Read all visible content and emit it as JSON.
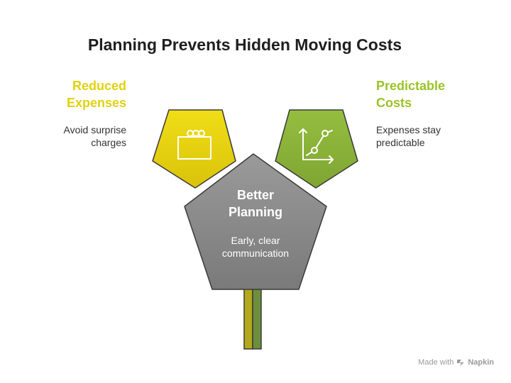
{
  "title": "Planning Prevents Hidden Moving Costs",
  "left": {
    "heading": "Reduced\nExpenses",
    "description": "Avoid surprise\ncharges",
    "color": "#e8d40c",
    "icon": "gift-box-icon"
  },
  "right": {
    "heading": "Predictable\nCosts",
    "description": "Expenses stay\npredictable",
    "color": "#8cb33a",
    "icon": "line-graph-icon"
  },
  "center": {
    "heading": "Better\nPlanning",
    "description": "Early, clear\ncommunication",
    "color": "#8a8a8a"
  },
  "footer": {
    "prefix": "Made with",
    "brand": "Napkin"
  }
}
